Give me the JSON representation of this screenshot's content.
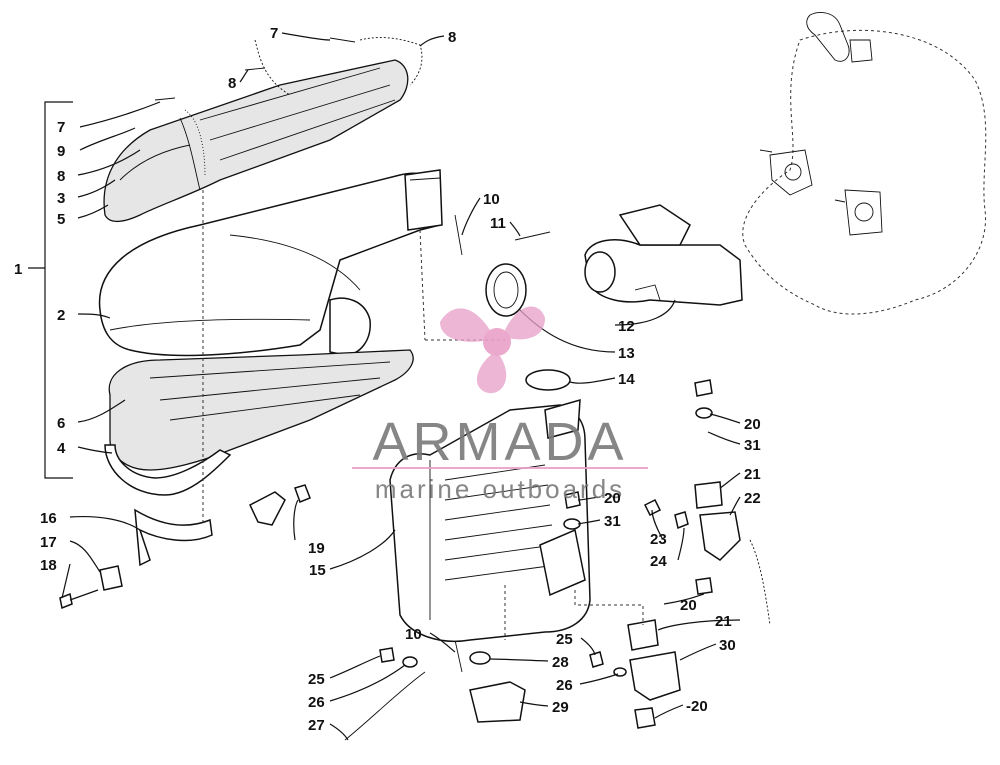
{
  "callouts": [
    {
      "text": "1"
    },
    {
      "text": "2"
    },
    {
      "text": "3"
    },
    {
      "text": "4"
    },
    {
      "text": "5"
    },
    {
      "text": "6"
    },
    {
      "text": "7"
    },
    {
      "text": "7"
    },
    {
      "text": "8"
    },
    {
      "text": "8"
    },
    {
      "text": "8"
    },
    {
      "text": "9"
    },
    {
      "text": "10"
    },
    {
      "text": "10"
    },
    {
      "text": "11"
    },
    {
      "text": "12"
    },
    {
      "text": "13"
    },
    {
      "text": "14"
    },
    {
      "text": "15"
    },
    {
      "text": "16"
    },
    {
      "text": "17"
    },
    {
      "text": "18"
    },
    {
      "text": "19"
    },
    {
      "text": "20"
    },
    {
      "text": "20"
    },
    {
      "text": "20"
    },
    {
      "text": "-20"
    },
    {
      "text": "21"
    },
    {
      "text": "21"
    },
    {
      "text": "22"
    },
    {
      "text": "23"
    },
    {
      "text": "24"
    },
    {
      "text": "25"
    },
    {
      "text": "25"
    },
    {
      "text": "26"
    },
    {
      "text": "26"
    },
    {
      "text": "27"
    },
    {
      "text": "28"
    },
    {
      "text": "29"
    },
    {
      "text": "30"
    },
    {
      "text": "31"
    },
    {
      "text": "31"
    }
  ],
  "watermark": {
    "brand": "ARMADA",
    "tagline": "marine outboards",
    "accent_color": "#e8a0c8",
    "text_color": "#7a7a7a"
  }
}
